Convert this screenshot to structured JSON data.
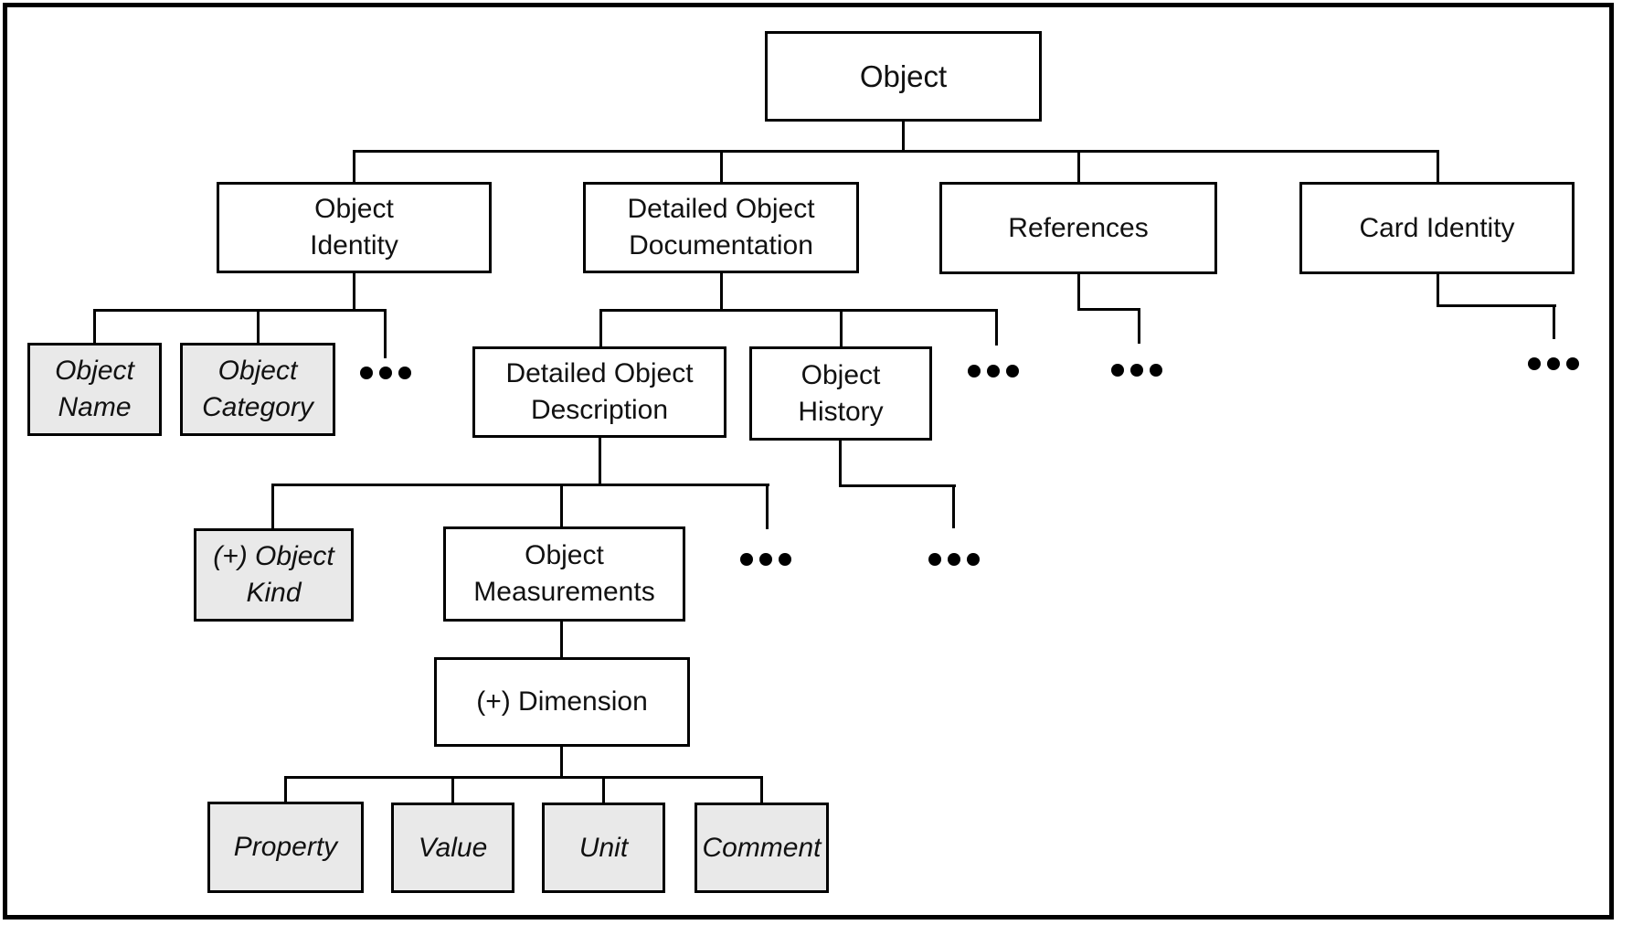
{
  "colors": {
    "line_color": "#000000",
    "text_color": "#111111",
    "gray_fill": "#e9e9e9",
    "background": "#ffffff"
  },
  "nodes": {
    "object": {
      "label": "Object"
    },
    "object_identity": {
      "label": "Object\nIdentity"
    },
    "detailed_object_documentation": {
      "label": "Detailed Object\nDocumentation"
    },
    "references": {
      "label": "References"
    },
    "card_identity": {
      "label": "Card Identity"
    },
    "object_name": {
      "label": "Object\nName"
    },
    "object_category": {
      "label": "Object\nCategory"
    },
    "detailed_object_description": {
      "label": "Detailed Object\nDescription"
    },
    "object_history": {
      "label": "Object\nHistory"
    },
    "object_kind": {
      "label": "(+) Object\nKind"
    },
    "object_measurements": {
      "label": "Object\nMeasurements"
    },
    "dimension": {
      "label": "(+) Dimension"
    },
    "property": {
      "label": "Property"
    },
    "value": {
      "label": "Value"
    },
    "unit": {
      "label": "Unit"
    },
    "comment": {
      "label": "Comment"
    }
  }
}
